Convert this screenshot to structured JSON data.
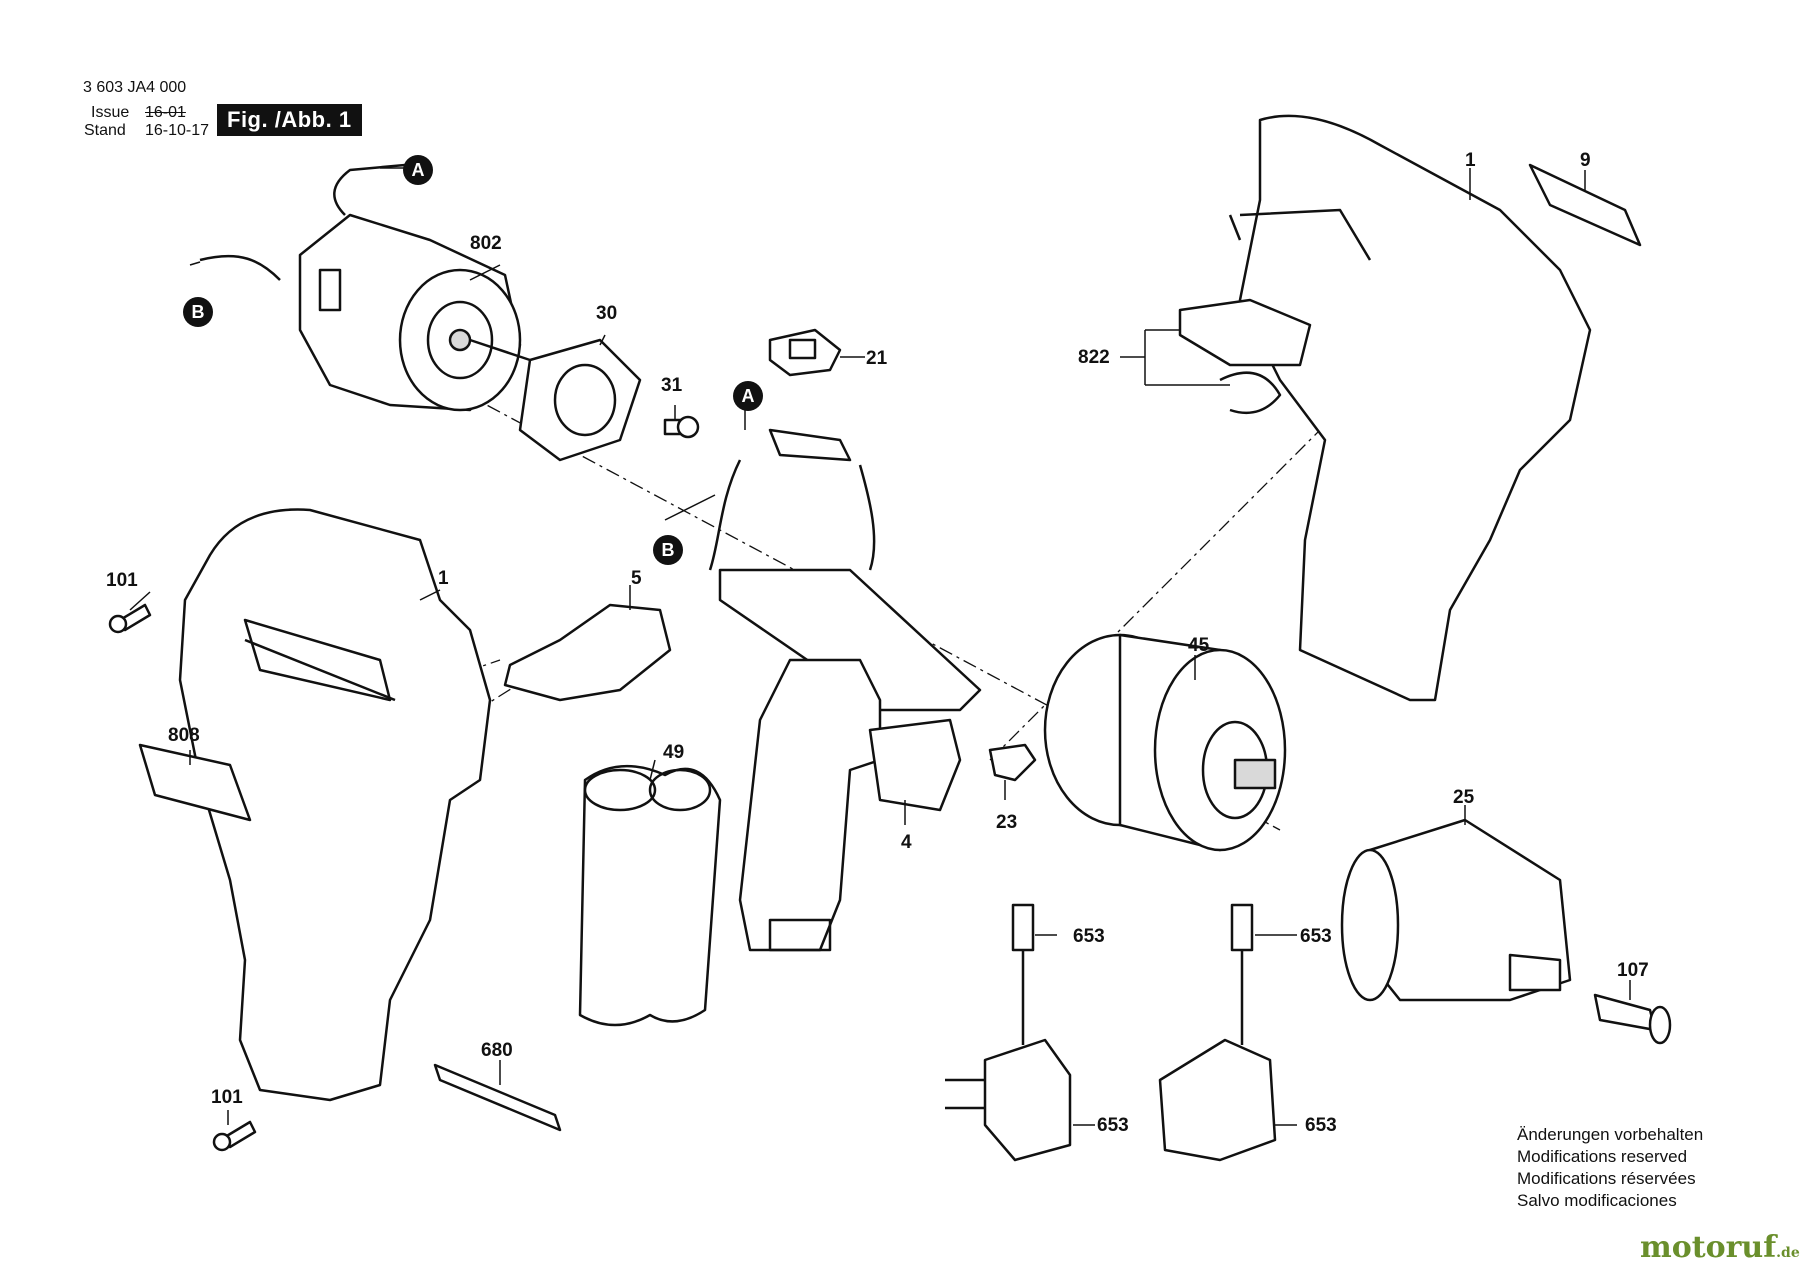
{
  "header": {
    "part_number": "3 603 JA4 000",
    "issue_label": "Issue",
    "stand_label": "Stand",
    "issue_value": "16-01",
    "stand_value": "16-10-17",
    "figure_label": "Fig. /Abb. 1"
  },
  "callouts": [
    "802",
    "30",
    "31",
    "21",
    "1",
    "9",
    "822",
    "101",
    "5",
    "49",
    "4",
    "23",
    "45",
    "808",
    "25",
    "653",
    "653",
    "107",
    "680",
    "101",
    "653",
    "653",
    "1"
  ],
  "refs": [
    "A",
    "B",
    "A",
    "B"
  ],
  "notes": [
    "Änderungen vorbehalten",
    "Modifications reserved",
    "Modifications réservées",
    "Salvo modificaciones"
  ],
  "brand": {
    "name": "motoruf",
    "suffix": ".de",
    "color": "#6a8f2c"
  },
  "colors": {
    "ink": "#111111",
    "fill": "#ffffff",
    "shade": "#d9d9d9"
  }
}
